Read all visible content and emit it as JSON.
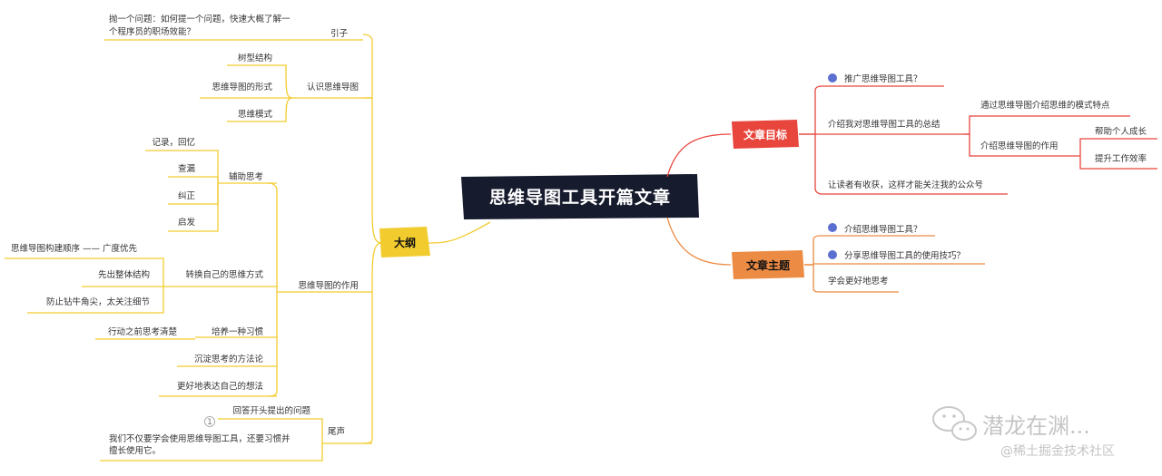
{
  "root": {
    "title": "思维导图工具开篇文章",
    "color": "#161b2e"
  },
  "colors": {
    "outline": "#f2cc2f",
    "goal": "#e8453c",
    "theme": "#ec8b44",
    "info_icon": "#5b6fd1"
  },
  "outline": {
    "label": "大纲",
    "preface": {
      "label": "引子",
      "question_line1": "抛一个问题：如何提一个问题，快速大概了解一",
      "question_line2": "个程序员的职场效能？"
    },
    "know": {
      "label": "认识思维导图",
      "items": [
        "树型结构",
        "思维导图的形式",
        "思维模式"
      ]
    },
    "role": {
      "label": "思维导图的作用",
      "assist": {
        "label": "辅助思考",
        "items": [
          "记录，回忆",
          "查漏",
          "纠正",
          "启发"
        ]
      },
      "convert": {
        "label": "转换自己的思维方式",
        "items": [
          "思维导图构建顺序 —— 广度优先",
          "先出整体结构",
          "防止钻牛角尖，太关注细节"
        ]
      },
      "habit": {
        "label": "培养一种习惯",
        "item": "行动之前思考清楚"
      },
      "method": "沉淀思考的方法论",
      "express": "更好地表达自己的想法"
    },
    "ending": {
      "label": "尾声",
      "answer": "回答开头提出的问题",
      "marker": "1",
      "note_line1": "我们不仅要学会使用思维导图工具，还要习惯并",
      "note_line2": "擅长使用它。"
    }
  },
  "goal": {
    "label": "文章目标",
    "promote": "推广思维导图工具？",
    "summary": "介绍我对思维导图工具的总结",
    "mode": "通过思维导图介绍思维的模式特点",
    "role": "介绍思维导图的作用",
    "role_items": [
      "帮助个人成长",
      "提升工作效率"
    ],
    "gain": "让读者有收获，这样才能关注我的公众号"
  },
  "theme": {
    "label": "文章主题",
    "items": [
      "介绍思维导图工具？",
      "分享思维导图工具的使用技巧？",
      "学会更好地思考"
    ]
  },
  "watermark": {
    "account": "潜龙在渊...",
    "site": "@稀土掘金技术社区"
  }
}
